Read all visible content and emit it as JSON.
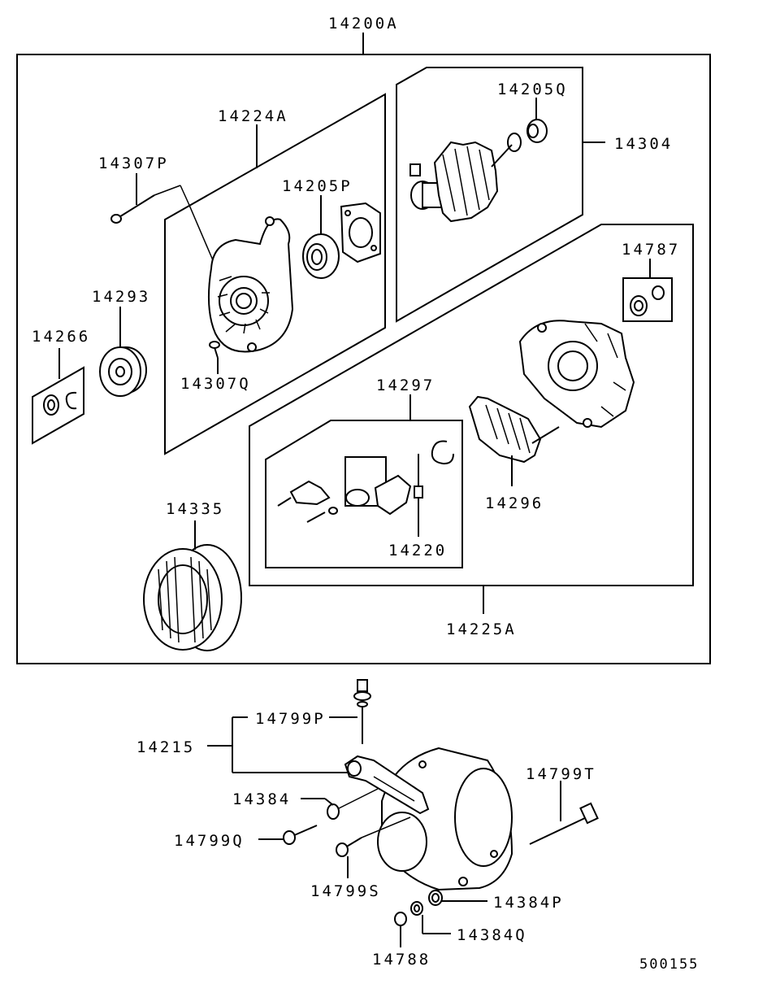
{
  "diagram": {
    "labels": {
      "p14200A": "14200A",
      "p14224A": "14224A",
      "p14307P": "14307P",
      "p14205P": "14205P",
      "p14293": "14293",
      "p14266": "14266",
      "p14307Q": "14307Q",
      "p14205Q": "14205Q",
      "p14304": "14304",
      "p14787": "14787",
      "p14297": "14297",
      "p14296": "14296",
      "p14220": "14220",
      "p14335": "14335",
      "p14225A": "14225A",
      "p14799P": "14799P",
      "p14215": "14215",
      "p14384": "14384",
      "p14799Q": "14799Q",
      "p14799S": "14799S",
      "p14799T": "14799T",
      "p14384P": "14384P",
      "p14384Q": "14384Q",
      "p14788": "14788"
    },
    "figure_number": "500155"
  }
}
